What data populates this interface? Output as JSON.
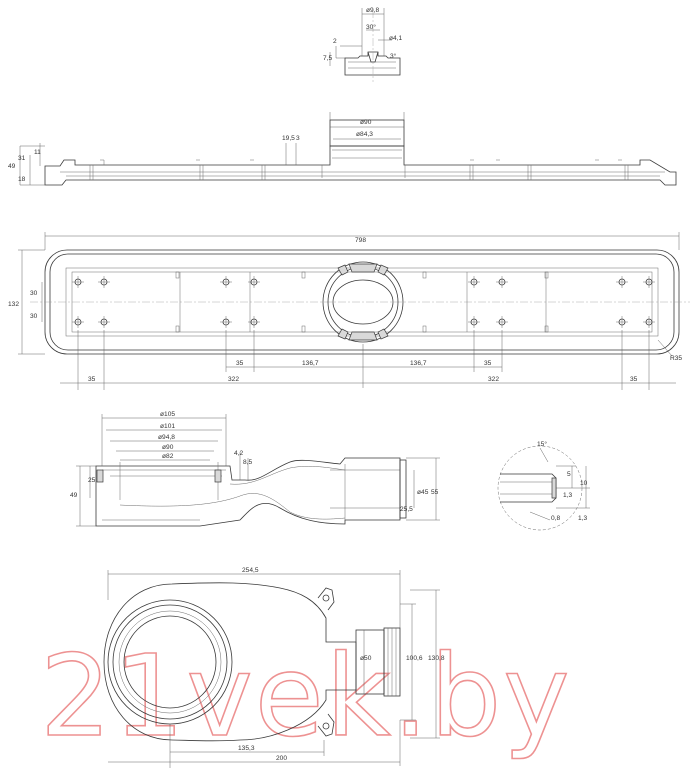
{
  "labels": {
    "top": {
      "d98": "ø9,8",
      "a30": "30°",
      "d41": "ø4,1",
      "h2": "2",
      "h75": "7,5",
      "a3": "3°"
    },
    "side": {
      "d90": "ø90",
      "d843": "ø84,3",
      "h195": "19,5",
      "h3": "3",
      "h11": "11",
      "h31": "31",
      "h49": "49",
      "h18": "18"
    },
    "plan": {
      "w798": "798",
      "h132": "132",
      "h30a": "30",
      "h30b": "30",
      "r35": "R35",
      "d35a": "35",
      "d35b": "35",
      "d1367a": "136,7",
      "d1367b": "136,7",
      "d35c": "35",
      "d322a": "322",
      "d322b": "322",
      "d35d": "35"
    },
    "section": {
      "d105": "ø105",
      "d101": "ø101",
      "d948": "ø94,8",
      "d90": "ø90",
      "d82": "ø82",
      "h42": "4,2",
      "h85": "8,5",
      "h49": "49",
      "h25": "25",
      "d45": "ø45",
      "h55": "55",
      "h255": "25,5"
    },
    "detail": {
      "a15": "15°",
      "h5": "5",
      "h10": "10",
      "h13a": "1,3",
      "h08": "0,8",
      "h13b": "1,3"
    },
    "bottom": {
      "w2545": "254,5",
      "d50": "ø50",
      "h1006": "100,6",
      "h1308": "130,8",
      "w1353": "135,3",
      "w200": "200"
    }
  },
  "watermark": "21vek.by"
}
